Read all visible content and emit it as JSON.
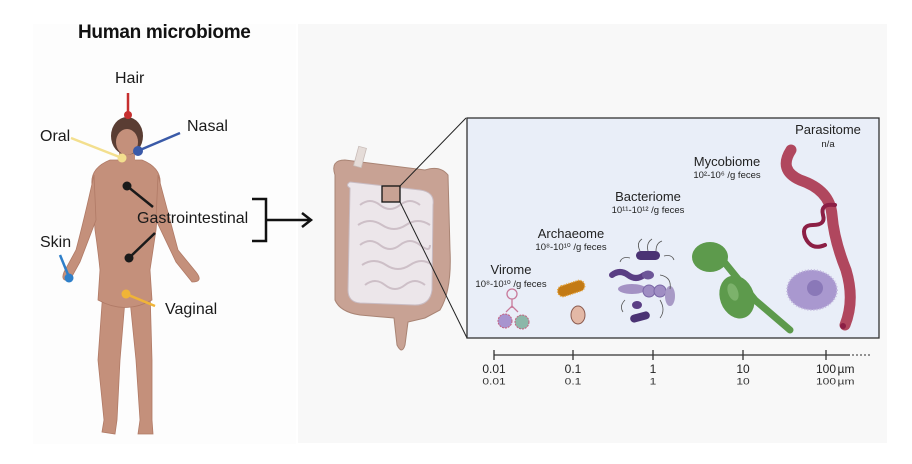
{
  "title": "Human microbiome",
  "body_sites": [
    {
      "label": "Hair",
      "color": "#c62f2f"
    },
    {
      "label": "Oral",
      "color": "#f3df8e"
    },
    {
      "label": "Nasal",
      "color": "#3a5aa8"
    },
    {
      "label": "Gastrointestinal",
      "color": "#1a1a1a"
    },
    {
      "label": "Skin",
      "color": "#2e7fc9"
    },
    {
      "label": "Vaginal",
      "color": "#f0b437"
    }
  ],
  "microbiomes": [
    {
      "name": "Virome",
      "count": "10⁸-10¹⁰ /g feces"
    },
    {
      "name": "Archaeome",
      "count": "10⁸-10¹⁰ /g feces"
    },
    {
      "name": "Bacteriome",
      "count": "10¹¹-10¹² /g feces"
    },
    {
      "name": "Mycobiome",
      "count": "10²-10⁶ /g feces"
    },
    {
      "name": "Parasitome",
      "count": "n/a"
    }
  ],
  "scale": {
    "unit": "µm",
    "ticks": [
      "0.01",
      "0.1",
      "1",
      "10",
      "100"
    ]
  },
  "colors": {
    "skin_tone": "#c4907b",
    "inset_bg": "#e9eef8",
    "fungus": "#5d9a4c",
    "bacteria": "#5a3e84",
    "parasite": "#b0475e",
    "protozoa": "#a998cf"
  }
}
